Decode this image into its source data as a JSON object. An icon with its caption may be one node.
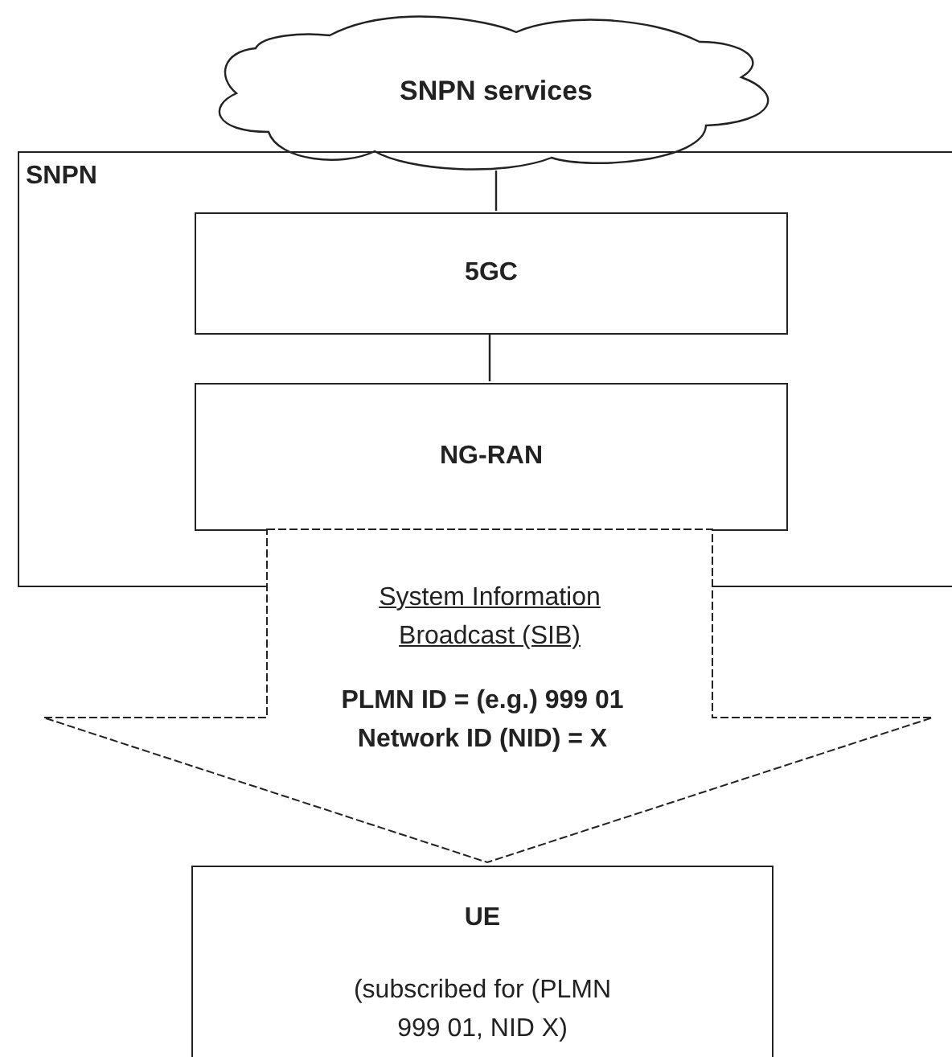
{
  "diagram": {
    "nodes": [
      {
        "text": [
          "SNPN services"
        ]
      },
      {
        "text": [
          "SNPN"
        ]
      },
      {
        "text": [
          "5GC"
        ],
        "in": 1
      },
      {
        "text": [
          "NG-RAN"
        ],
        "in": 1
      },
      {
        "text": [
          "UE",
          "(subscribed for (PLMN 999 01, NID X)"
        ]
      }
    ],
    "edges": [
      {
        "from": 0,
        "to": 2,
        "arrow": "none"
      },
      {
        "from": 2,
        "to": 3,
        "arrow": "none"
      },
      {
        "from": 3,
        "to": 4,
        "arrow": "to",
        "style": "dashed",
        "label": "System Information Broadcast (SIB)"
      }
    ],
    "labels": [
      "PLMN ID = (e.g.) 999 01 Network ID (NID) = X"
    ]
  }
}
